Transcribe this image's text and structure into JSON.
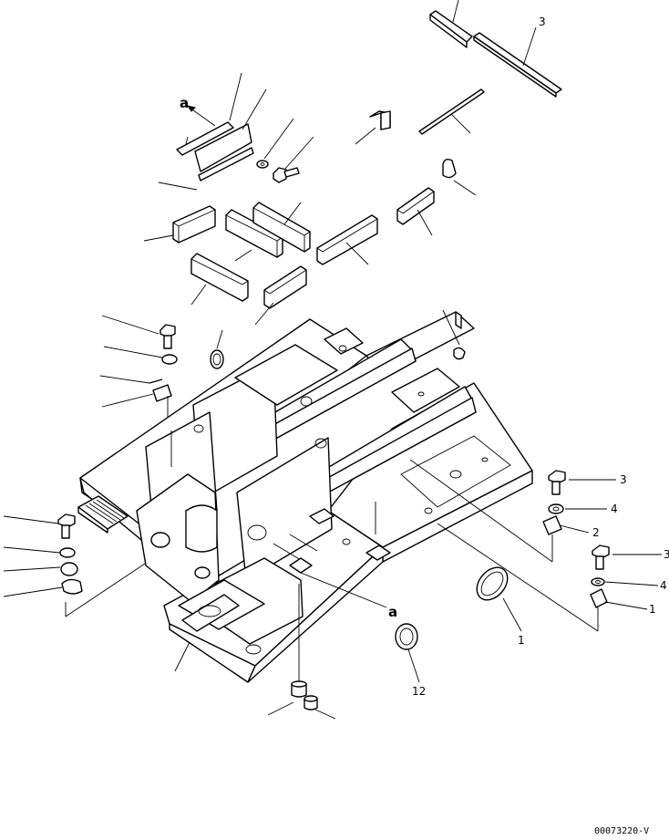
{
  "drawing": {
    "drawing_number": "00073220-V",
    "reference_letter": "a",
    "callouts": {
      "right_bolt_upper": "3",
      "right_washer_upper": "4",
      "right_clip_upper": "2",
      "right_bolt_lower": "3",
      "right_washer_lower": "4",
      "right_clip_lower": "1",
      "grommet_oval": "1",
      "grommet_round": "12",
      "top_strip_long": "3"
    }
  }
}
